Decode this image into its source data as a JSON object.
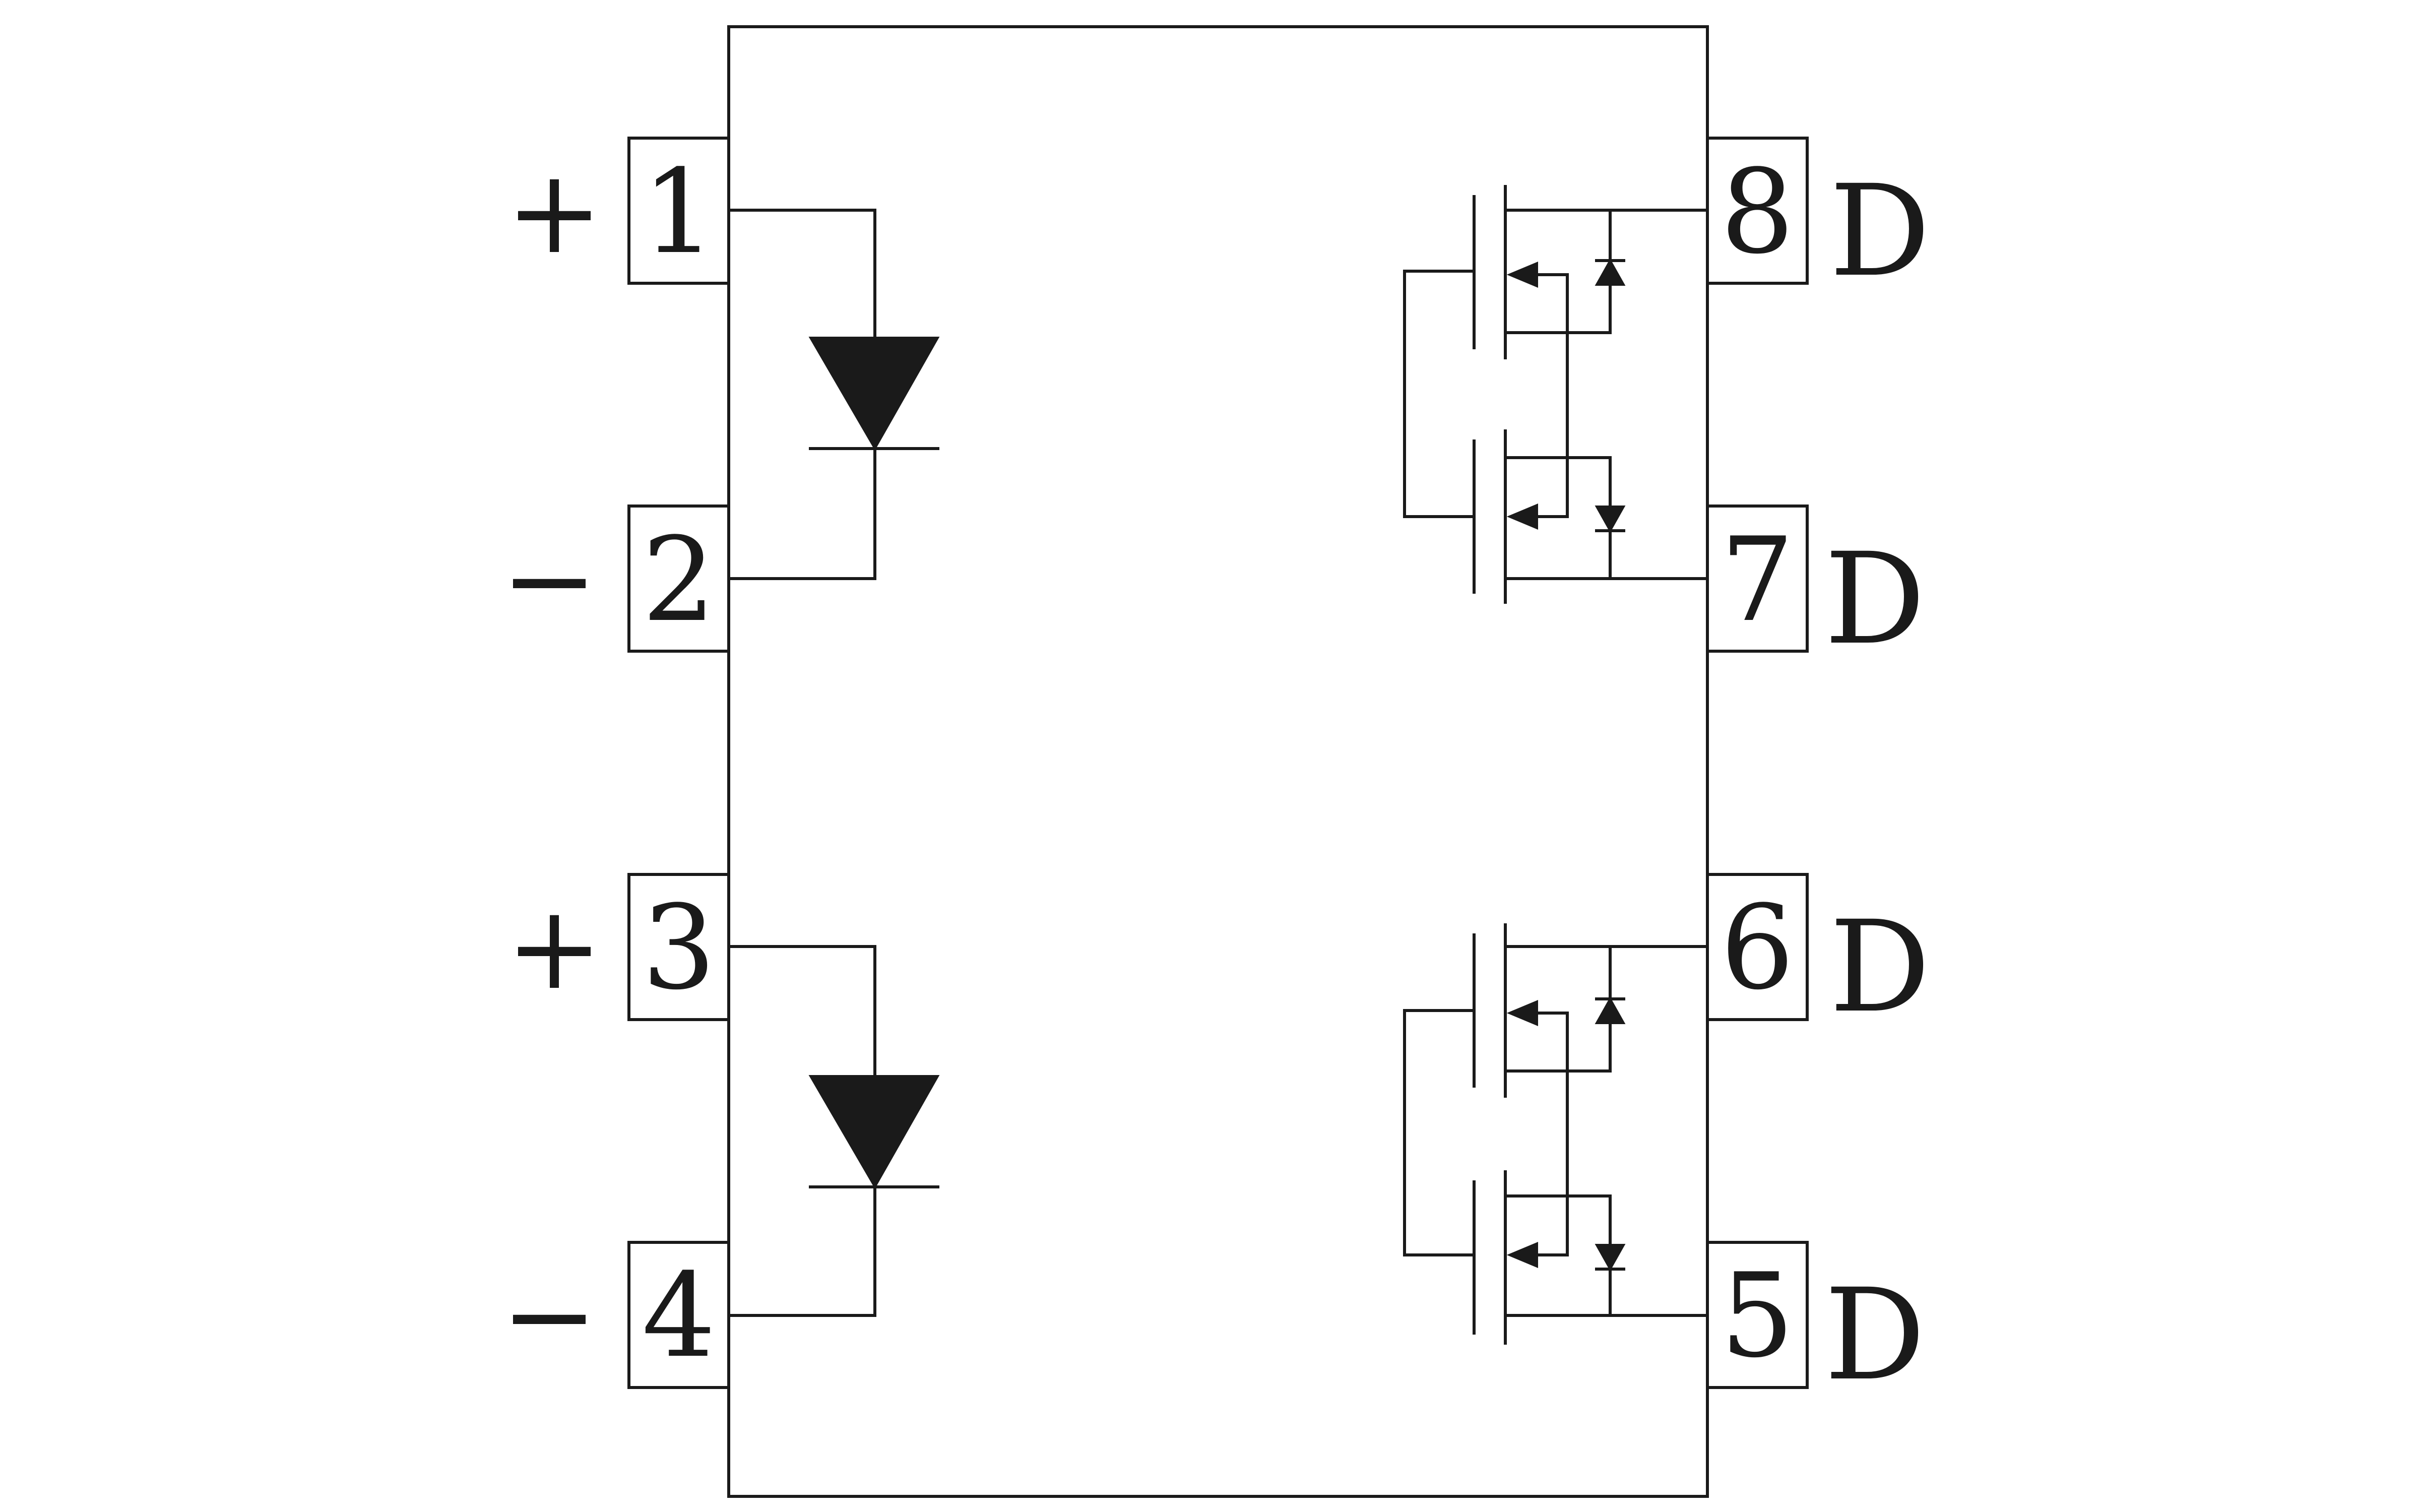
{
  "pins_left": [
    {
      "number": "1",
      "polarity": "+"
    },
    {
      "number": "2",
      "polarity": "−"
    },
    {
      "number": "3",
      "polarity": "+"
    },
    {
      "number": "4",
      "polarity": "−"
    }
  ],
  "pins_right": [
    {
      "number": "8",
      "label": "D"
    },
    {
      "number": "7",
      "label": "D"
    },
    {
      "number": "6",
      "label": "D"
    },
    {
      "number": "5",
      "label": "D"
    }
  ],
  "stroke_color": "#1a1a1a",
  "background_color": "#ffffff"
}
